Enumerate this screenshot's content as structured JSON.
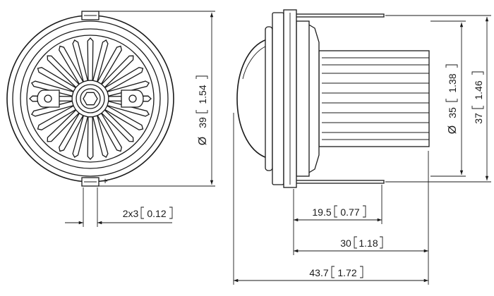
{
  "dimensions": {
    "front_diameter": {
      "symbol": "Ø",
      "mm": "39",
      "inch": "1.54"
    },
    "pin_spacing": {
      "mm": "2x3",
      "inch": "0.12"
    },
    "side_diameter": {
      "symbol": "Ø",
      "mm": "35",
      "inch": "1.38"
    },
    "side_height": {
      "mm": "37",
      "inch": "1.46"
    },
    "depth_body": {
      "mm": "19.5",
      "inch": "0.77"
    },
    "depth_mid": {
      "mm": "30",
      "inch": "1.18"
    },
    "depth_total": {
      "mm": "43.7",
      "inch": "1.72"
    }
  },
  "markings": {
    "polarity": "+"
  }
}
